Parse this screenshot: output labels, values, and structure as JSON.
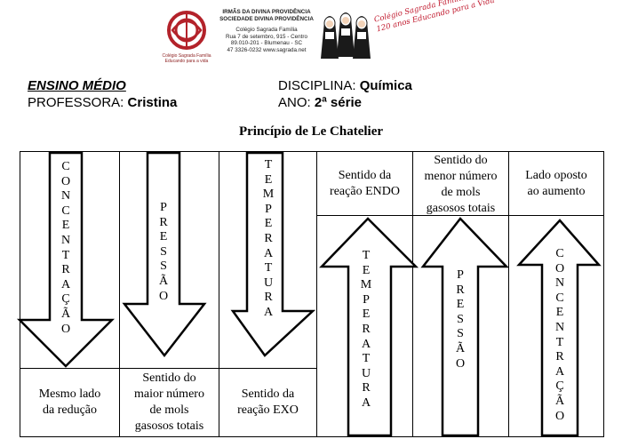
{
  "header": {
    "logo_caption_1": "Colégio Sagrada Família",
    "logo_caption_2": "Educando para a vida",
    "address": [
      "IRMÃS DA DIVINA PROVIDÊNCIA",
      "SOCIEDADE DIVINA PROVIDÊNCIA",
      "Colégio Sagrada Família",
      "Rua 7 de setembro, 915 - Centro",
      "89.010-201 - Blumenau - SC",
      "47 3326-0232 www.sagrada.net"
    ],
    "script_1": "Colégio Sagrada Família",
    "script_2": "120 anos Educando para a Vida"
  },
  "info": {
    "level": "ENSINO MÉDIO",
    "teacher_label": "PROFESSORA:",
    "teacher": "Cristina",
    "subject_label": "DISCIPLINA:",
    "subject": "Química",
    "year_label": "ANO:",
    "year": "2ª série"
  },
  "title": "Princípio de Le Chatelier",
  "down_arrows": [
    {
      "word": "CONCENTRAÇÃO",
      "caption": [
        "Mesmo lado",
        "da redução"
      ]
    },
    {
      "word": "PRESSÃO",
      "caption": [
        "Sentido do",
        "maior número",
        "de mols",
        "gasosos totais"
      ]
    },
    {
      "word": "TEMPERATURA",
      "caption": [
        "Sentido da",
        "reação EXO"
      ]
    }
  ],
  "up_arrows": [
    {
      "word": "TEMPERATURA",
      "caption": [
        "Sentido da",
        "reação ENDO"
      ]
    },
    {
      "word": "PRESSÃO",
      "caption": [
        "Sentido do",
        "menor número",
        "de mols",
        "gasosos totais"
      ]
    },
    {
      "word": "CONCENTRAÇÃO",
      "caption": [
        "Lado oposto",
        "ao aumento"
      ]
    }
  ]
}
